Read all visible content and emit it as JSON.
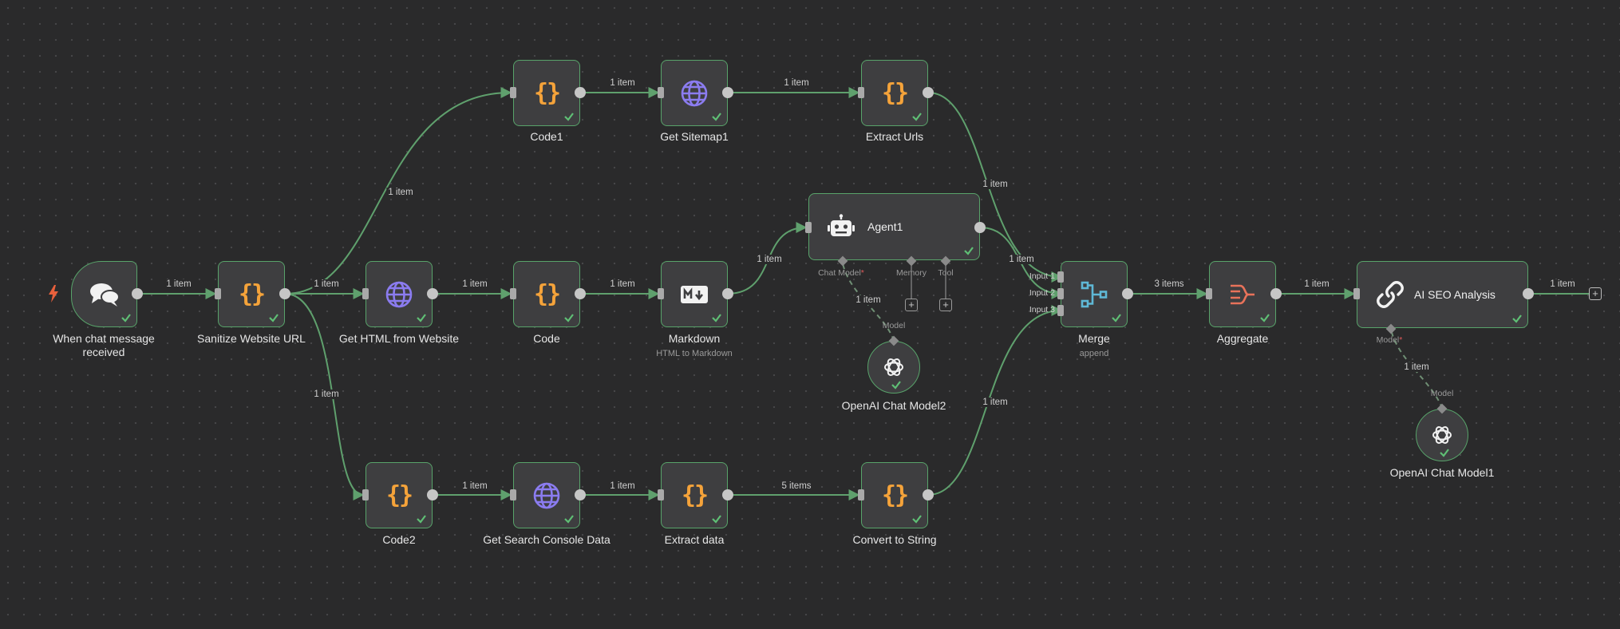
{
  "canvas": {
    "background": "#2a2a2b",
    "edge_color": "#5fa06d",
    "node_border": "#58a36a"
  },
  "nodes": {
    "chat_trigger": {
      "name": "When chat message received"
    },
    "sanitize": {
      "name": "Sanitize Website URL"
    },
    "get_html": {
      "name": "Get HTML from Website"
    },
    "code": {
      "name": "Code"
    },
    "markdown": {
      "name": "Markdown",
      "subtitle": "HTML to Markdown"
    },
    "code1": {
      "name": "Code1"
    },
    "get_sitemap1": {
      "name": "Get Sitemap1"
    },
    "extract_urls": {
      "name": "Extract Urls"
    },
    "agent1": {
      "name": "Agent1",
      "ports": {
        "chat_model": "Chat Model",
        "chat_model_required": "*",
        "memory": "Memory",
        "tool": "Tool"
      }
    },
    "openai2": {
      "name": "OpenAI Chat Model2",
      "port": "Model"
    },
    "code2": {
      "name": "Code2"
    },
    "get_search_console": {
      "name": "Get Search Console Data"
    },
    "extract_data": {
      "name": "Extract data"
    },
    "convert_to_string": {
      "name": "Convert to String"
    },
    "merge": {
      "name": "Merge",
      "subtitle": "append",
      "inputs": [
        "Input 1",
        "Input 2",
        "Input 3"
      ]
    },
    "aggregate": {
      "name": "Aggregate"
    },
    "ai_seo": {
      "name": "AI SEO Analysis",
      "ports": {
        "model": "Model",
        "model_required": "*"
      }
    },
    "openai1": {
      "name": "OpenAI Chat Model1",
      "port": "Model"
    }
  },
  "edge_labels": {
    "trigger_to_sanitize": "1 item",
    "sanitize_to_gethtml": "1 item",
    "sanitize_to_code1": "1 item",
    "sanitize_to_code2": "1 item",
    "gethtml_to_code": "1 item",
    "code_to_markdown": "1 item",
    "markdown_to_agent": "1 item",
    "code1_to_sitemap": "1 item",
    "sitemap_to_extracturls": "1 item",
    "extracturls_to_merge": "1 item",
    "agent_to_merge": "1 item",
    "model2_to_agent": "1 item",
    "code2_to_searchconsole": "1 item",
    "searchconsole_to_extractdata": "1 item",
    "extractdata_to_convert": "5 items",
    "convert_to_merge": "1 item",
    "merge_to_aggregate": "3 items",
    "aggregate_to_ai": "1 item",
    "model1_to_ai": "1 item",
    "ai_output": "1 item"
  },
  "icons": {
    "trigger": "lightning-icon",
    "chat": "chat-bubbles-icon",
    "code": "curly-braces-icon",
    "http": "globe-icon",
    "markdown": "markdown-icon",
    "agent": "robot-icon",
    "openai": "openai-icon",
    "merge": "merge-icon",
    "aggregate": "aggregate-icon",
    "chain": "link-icon",
    "success": "check-icon",
    "add": "plus-icon"
  }
}
